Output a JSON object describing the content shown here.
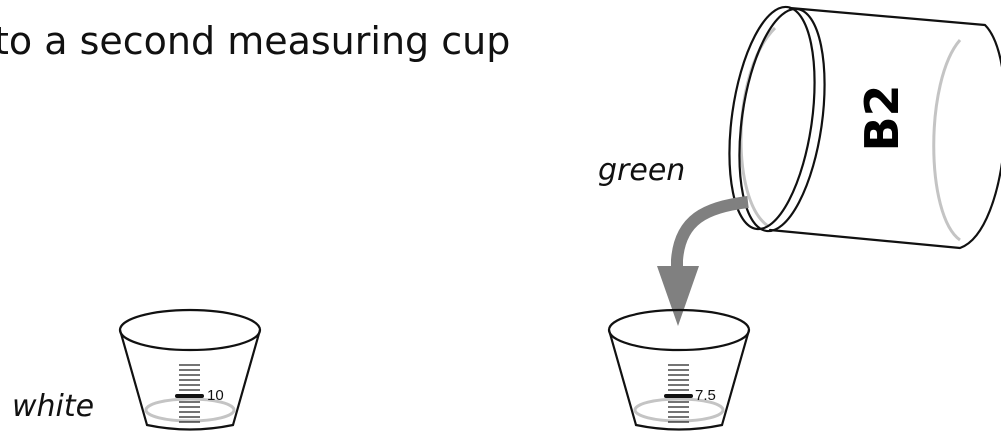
{
  "caption": "to a second measuring cup",
  "drum": {
    "label": "B2"
  },
  "pour": {
    "label": "green"
  },
  "cup_left": {
    "label": "white",
    "reading": "10"
  },
  "cup_right": {
    "reading": "7.5"
  },
  "colors": {
    "arrow": "#808080",
    "ink": "#111111",
    "ghost_line": "#c4c4c4"
  },
  "icons": {
    "drum": "container-drum-icon",
    "cup": "measuring-cup-icon",
    "arrow": "pour-arrow-icon"
  }
}
